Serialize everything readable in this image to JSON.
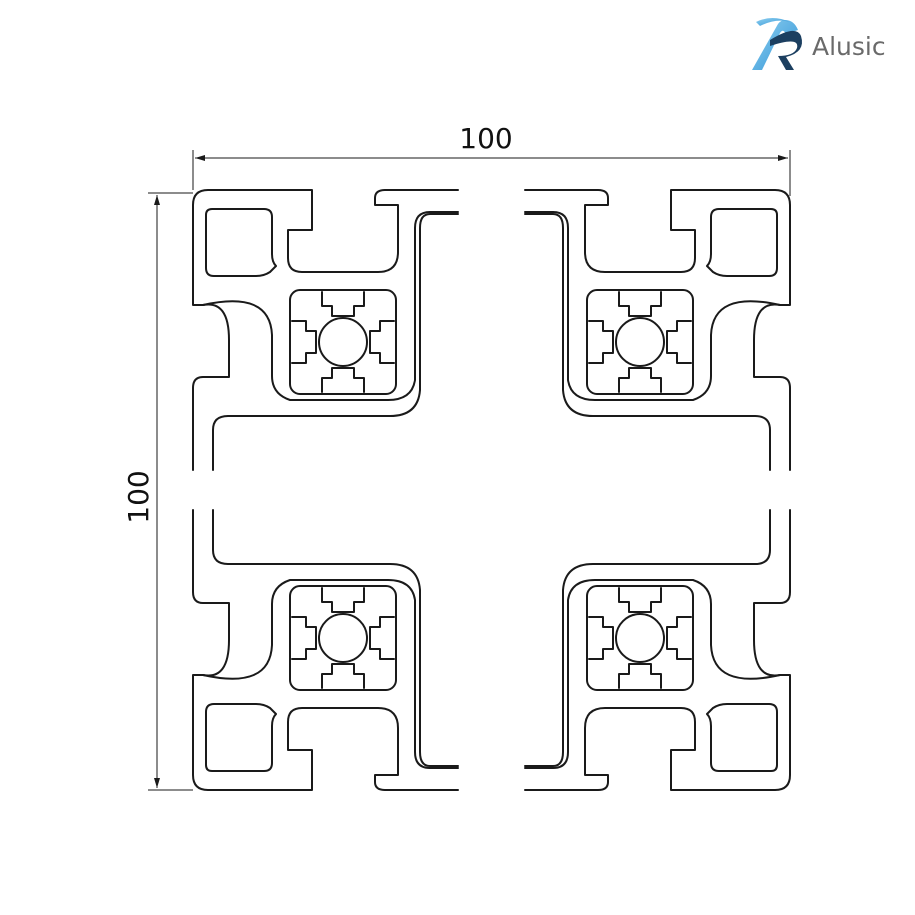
{
  "brand": {
    "name": "Alusic",
    "logo_icon": "alusic-logo-icon",
    "colors": {
      "gradient_start": "#8fd0f0",
      "gradient_end": "#2f93d6",
      "dark": "#1c3f60"
    }
  },
  "dimensions": {
    "width_label": "100",
    "height_label": "100"
  }
}
